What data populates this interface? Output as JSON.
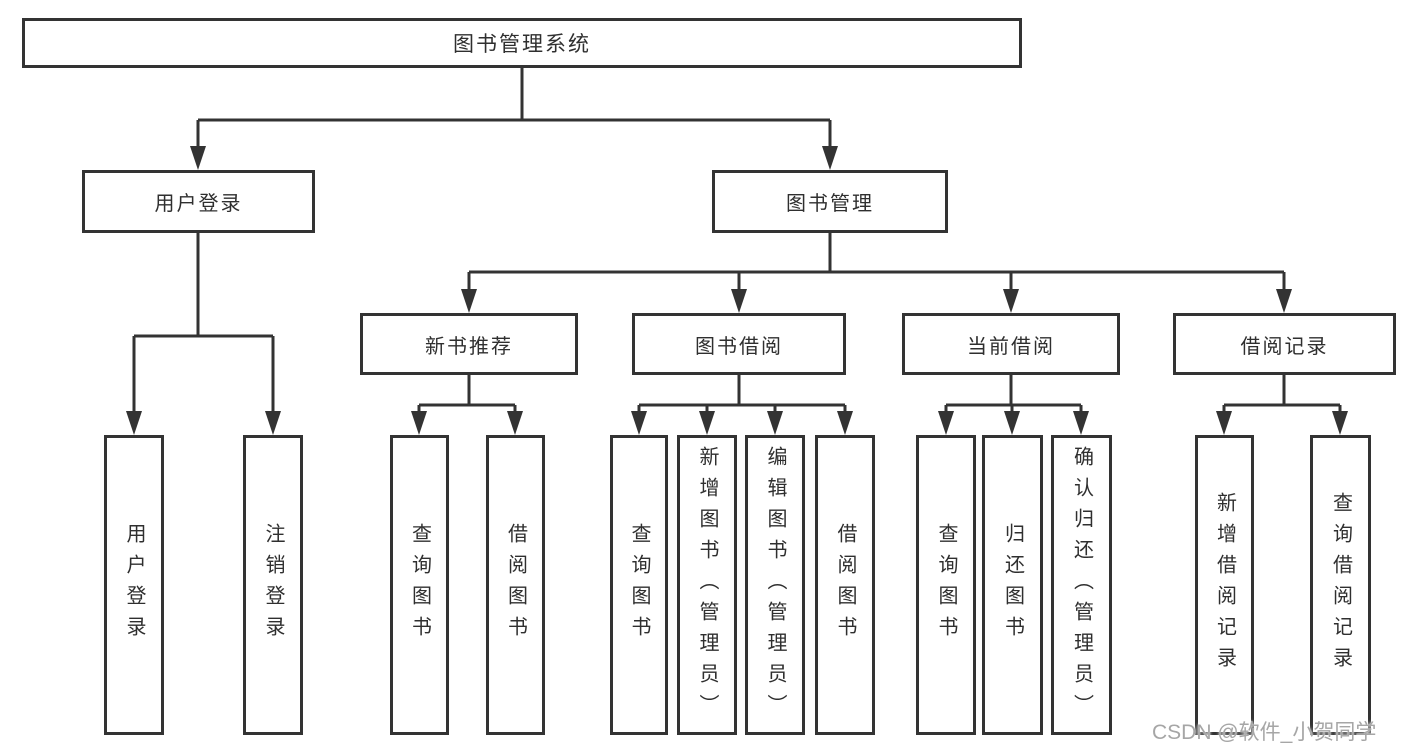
{
  "tree": {
    "root": {
      "label": "图书管理系统"
    },
    "children": [
      {
        "label": "用户登录",
        "children": [
          {
            "label": "用户登录"
          },
          {
            "label": "注销登录"
          }
        ]
      },
      {
        "label": "图书管理",
        "children": [
          {
            "label": "新书推荐",
            "children": [
              {
                "label": "查询图书"
              },
              {
                "label": "借阅图书"
              }
            ]
          },
          {
            "label": "图书借阅",
            "children": [
              {
                "label": "查询图书"
              },
              {
                "label": "新增图书（管理员）"
              },
              {
                "label": "编辑图书（管理员）"
              },
              {
                "label": "借阅图书"
              }
            ]
          },
          {
            "label": "当前借阅",
            "children": [
              {
                "label": "查询图书"
              },
              {
                "label": "归还图书"
              },
              {
                "label": "确认归还（管理员）"
              }
            ]
          },
          {
            "label": "借阅记录",
            "children": [
              {
                "label": "新增借阅记录"
              },
              {
                "label": "查询借阅记录"
              }
            ]
          }
        ]
      }
    ]
  },
  "watermark": {
    "text": "CSDN @软件_小贺同学"
  },
  "colors": {
    "line": "#333333",
    "border": "#333333",
    "text": "#2f2f2f",
    "box_background": "#ffffff",
    "background": "#ffffff",
    "watermark": "#a6a6a6"
  }
}
